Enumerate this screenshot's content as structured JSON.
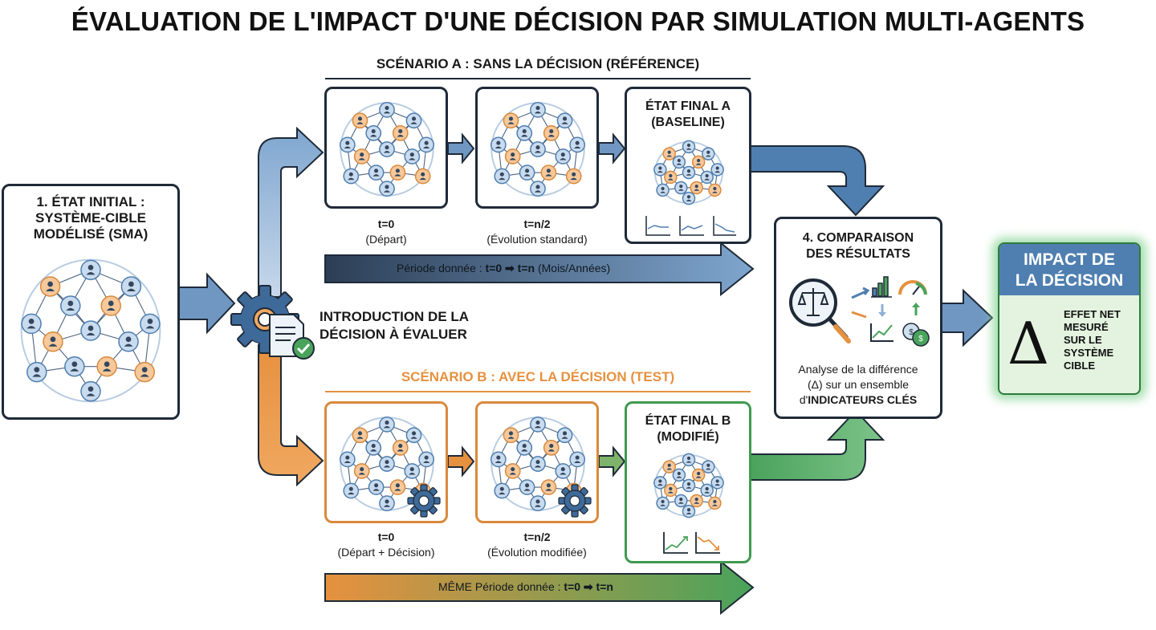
{
  "title": "ÉVALUATION DE L'IMPACT D'UNE DÉCISION PAR SIMULATION MULTI-AGENTS",
  "colors": {
    "dark": "#1f2a38",
    "blue": "#6f97c2",
    "orange": "#e6913f",
    "green": "#4aa35b",
    "impact": "#4f7fb0"
  },
  "initial": {
    "title_lines": [
      "1. ÉTAT INITIAL :",
      "SYSTÈME-CIBLE",
      "MODÉLISÉ (SMA)"
    ]
  },
  "intro": {
    "lines": [
      "INTRODUCTION DE LA",
      "DÉCISION À ÉVALUER"
    ],
    "icon": "gear-document-check-icon"
  },
  "scenario_a": {
    "header": "SCÉNARIO A : SANS LA DÉCISION (RÉFÉRENCE)",
    "steps": [
      {
        "time": "t=0",
        "label": "(Départ)"
      },
      {
        "time": "t=n/2",
        "label": "(Évolution standard)"
      }
    ],
    "final_title": [
      "ÉTAT FINAL A",
      "(BASELINE)"
    ],
    "period_prefix": "Période donnée : ",
    "period_bold": "t=0 ➡ t=n",
    "period_suffix": " (Mois/Années)"
  },
  "scenario_b": {
    "header": "SCÉNARIO B : AVEC LA DÉCISION (TEST)",
    "steps": [
      {
        "time": "t=0",
        "label": "(Départ + Décision)"
      },
      {
        "time": "t=n/2",
        "label": "(Évolution modifiée)"
      }
    ],
    "final_title": [
      "ÉTAT FINAL B",
      "(MODIFIÉ)"
    ],
    "period_prefix": "MÊME Période donnée : ",
    "period_bold": "t=0 ➡ t=n"
  },
  "comparison": {
    "title_lines": [
      "4. COMPARAISON",
      "DES RÉSULTATS"
    ],
    "desc_line1": "Analyse de la différence",
    "desc_line2": "(Δ) sur un ensemble",
    "desc_line3_prefix": "d'",
    "desc_line3_bold": "INDICATEURS CLÉS"
  },
  "impact": {
    "header_lines": [
      "IMPACT DE",
      "LA DÉCISION"
    ],
    "symbol": "Δ",
    "desc_lines": [
      "EFFET NET",
      "MESURÉ",
      "SUR LE",
      "SYSTÈME",
      "CIBLE"
    ]
  }
}
